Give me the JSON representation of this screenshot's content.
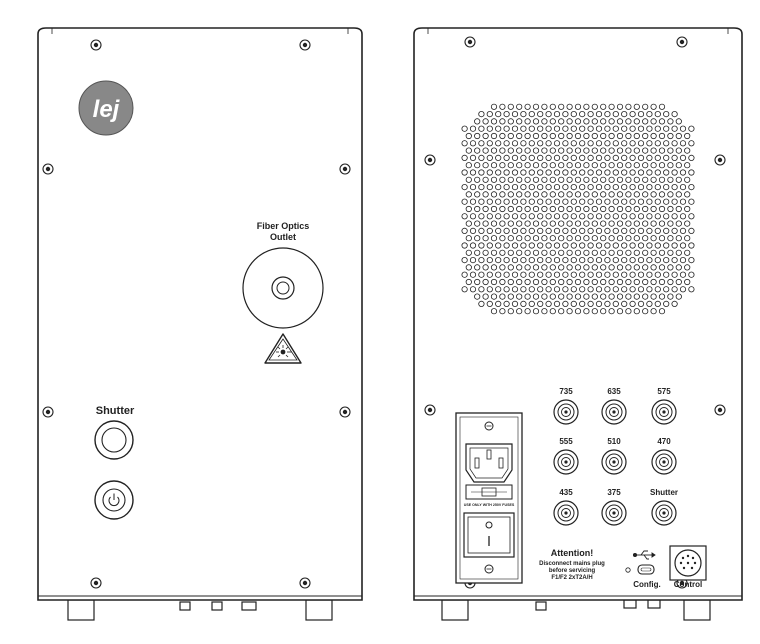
{
  "front_panel": {
    "logo": "lej",
    "fiber_label_line1": "Fiber Optics",
    "fiber_label_line2": "Outlet",
    "shutter_label": "Shutter",
    "laser_warning_icon": "laser-warning-icon",
    "power_icon": "power-icon"
  },
  "back_panel": {
    "connectors": [
      {
        "label": "735"
      },
      {
        "label": "635"
      },
      {
        "label": "575"
      },
      {
        "label": "555"
      },
      {
        "label": "510"
      },
      {
        "label": "470"
      },
      {
        "label": "435"
      },
      {
        "label": "375"
      },
      {
        "label": "Shutter"
      }
    ],
    "fuse_text": "USE ONLY WITH 250V FUSES",
    "attention_title": "Attention!",
    "attention_line1": "Disconnect mains plug",
    "attention_line2": "before servicing",
    "attention_line3": "F1/F2 2xT2A/H",
    "config_label": "Config.",
    "control_label": "Control",
    "usb_icon": "usb-icon"
  }
}
